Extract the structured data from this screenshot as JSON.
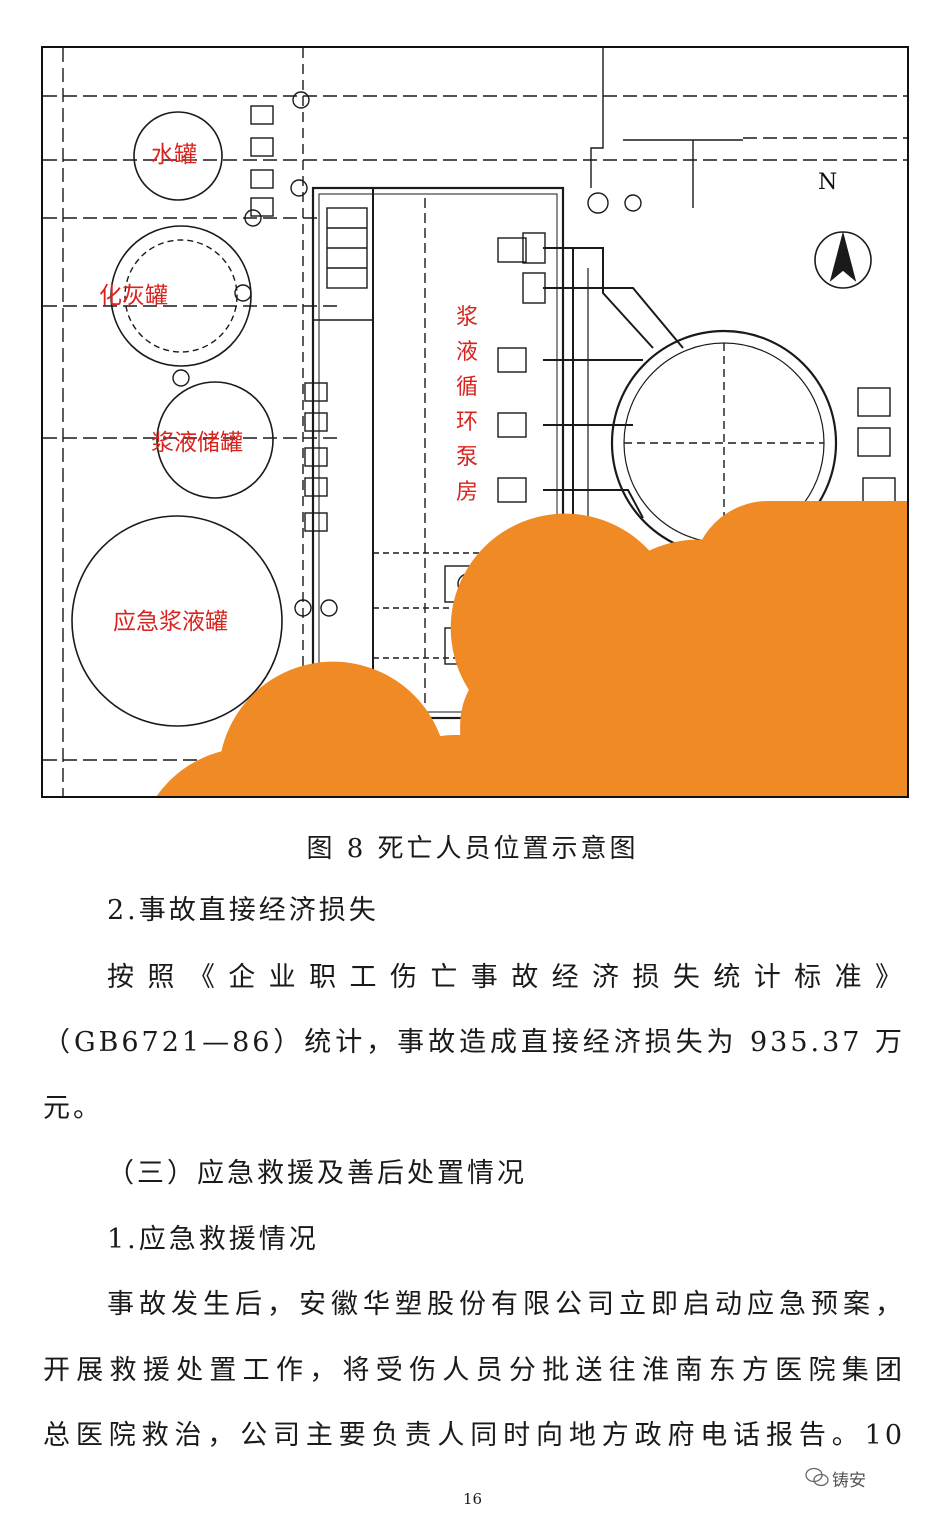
{
  "figure": {
    "labels": {
      "water_tank": "水罐",
      "lime_tank": "化灰罐",
      "slurry_storage_tank": "浆液储罐",
      "emergency_tank": "应急浆液罐",
      "pump_house": "浆液循环泵房"
    },
    "north_label": "N",
    "colors": {
      "label_red": "#d9231e",
      "person_orange": "#f08a24",
      "line": "#1a1a1a"
    }
  },
  "caption": "图 8  死亡人员位置示意图",
  "section_2_heading": "2.事故直接经济损失",
  "para_loss_line1": "按照《企业职工伤亡事故经济损失统计标准》",
  "para_loss_line2": "（GB6721—86）统计，事故造成直接经济损失为 935.37 万",
  "para_loss_line3": "元。",
  "section_3_heading": "（三）应急救援及善后处置情况",
  "sub_1_heading": "1.应急救援情况",
  "para_rescue_line1": "事故发生后，安徽华塑股份有限公司立即启动应急预案，",
  "para_rescue_line2": "开展救援处置工作，将受伤人员分批送往淮南东方医院集团",
  "para_rescue_line3": "总医院救治，公司主要负责人同时向地方政府电话报告。10",
  "page_number": "16",
  "watermark": "铸安"
}
